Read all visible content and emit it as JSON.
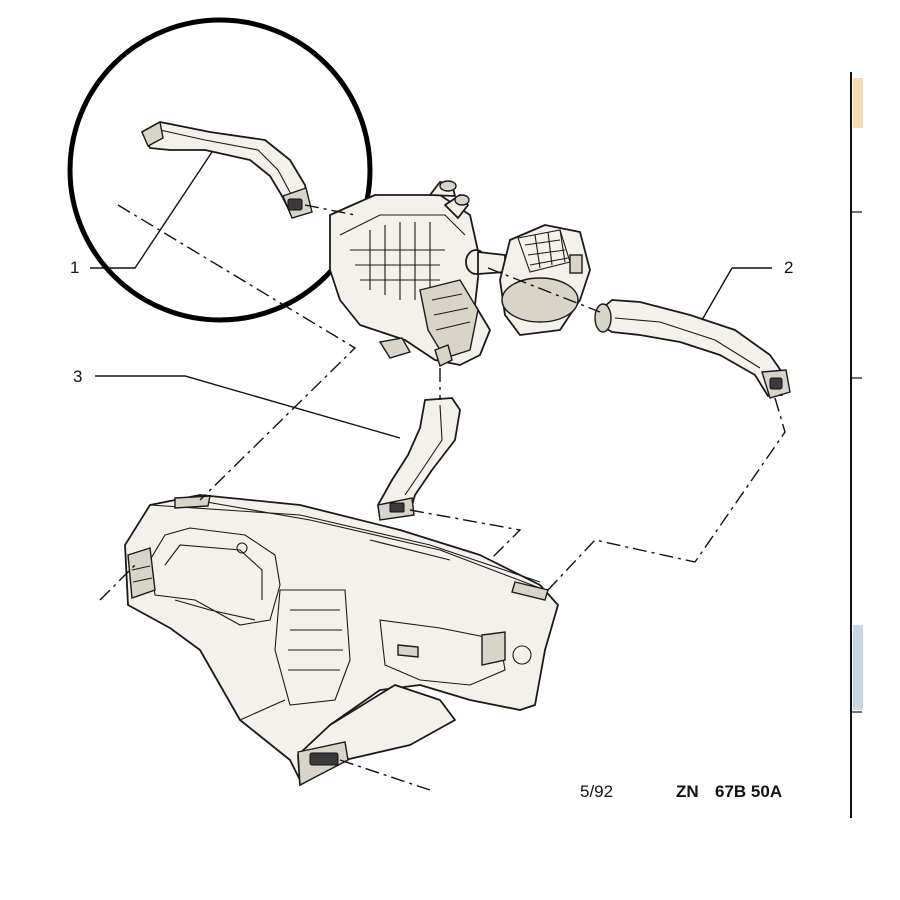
{
  "callouts": [
    {
      "id": "1",
      "label": "1"
    },
    {
      "id": "2",
      "label": "2"
    },
    {
      "id": "3",
      "label": "3"
    }
  ],
  "footer": {
    "date": "5/92",
    "ref_prefix": "ZN",
    "ref_code": "67B 50A"
  },
  "colors": {
    "line": "#1a1a1a",
    "part_fill": "#f4f1ea",
    "strip_tan": "#f3dcae",
    "strip_blue": "#c9d6ea"
  }
}
